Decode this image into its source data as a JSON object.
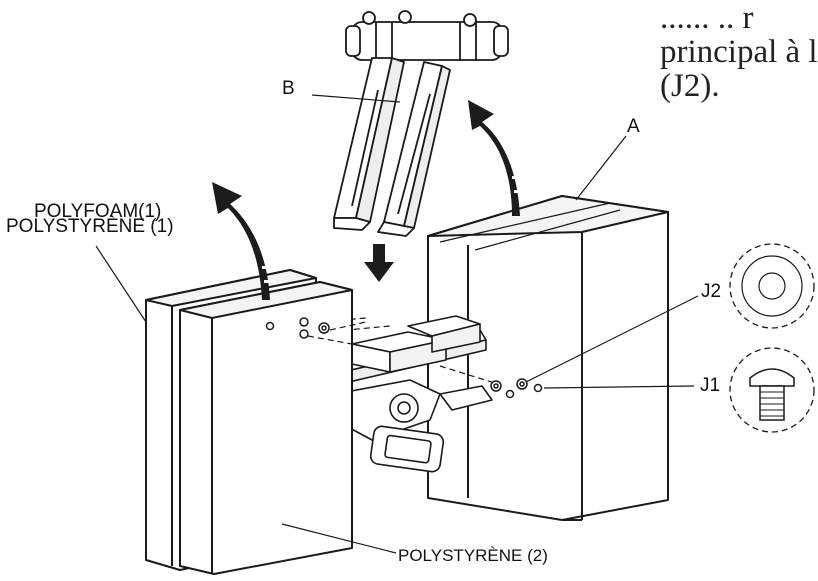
{
  "diagram": {
    "cropped_text_lines": [
      "...... .. r",
      "principal à l",
      "(J2)."
    ],
    "labels": {
      "b": "B",
      "a": "A",
      "polyfoam_1": "POLYFOAM(1)",
      "polystyrene_1": "POLYSTYRÈNE (1)",
      "j2": "J2",
      "j1": "J1",
      "polystyrene_2": "POLYSTYRÈNE (2)"
    },
    "colors": {
      "line": "#1a1a1a",
      "arrow": "#1c1c1c",
      "fill": "#ffffff"
    }
  }
}
